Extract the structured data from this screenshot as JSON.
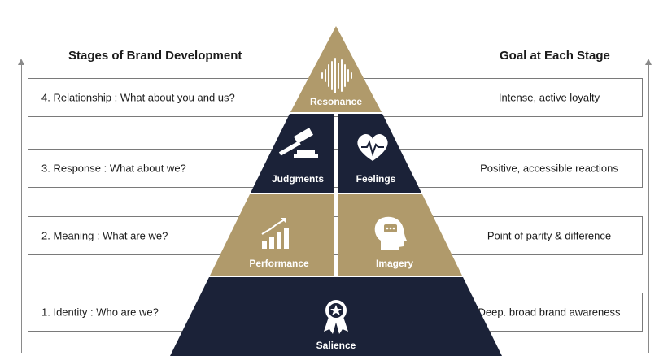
{
  "headings": {
    "left": "Stages of Brand Development",
    "right": "Goal at Each Stage"
  },
  "stages": [
    {
      "label": "4. Relationship : What about you and us?",
      "goal": "Intense, active loyalty"
    },
    {
      "label": "3. Response : What about we?",
      "goal": "Positive, accessible reactions"
    },
    {
      "label": "2. Meaning : What are we?",
      "goal": "Point of parity & difference"
    },
    {
      "label": "1. Identity : Who are we?",
      "goal": "Deep. broad brand awareness"
    }
  ],
  "pyramid": {
    "resonance": "Resonance",
    "judgments": "Judgments",
    "feelings": "Feelings",
    "performance": "Performance",
    "imagery": "Imagery",
    "salience": "Salience"
  },
  "colors": {
    "gold": "#b09a6b",
    "navy": "#1b2238",
    "divider": "#ffffff",
    "border": "#7a7a7a"
  },
  "icons": {
    "resonance": "sound-wave-icon",
    "judgments": "gavel-icon",
    "feelings": "heartbeat-icon",
    "performance": "growth-chart-icon",
    "imagery": "head-speech-icon",
    "salience": "award-badge-icon"
  }
}
